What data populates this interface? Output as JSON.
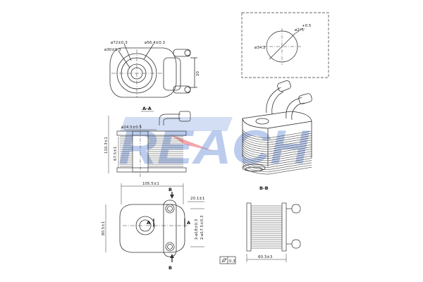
{
  "watermark": {
    "text": "REACH",
    "color": "#1e56c8",
    "accent": "#e8323c"
  },
  "section_labels": {
    "aa": "A-A",
    "bb": "B-B",
    "a_left": "A",
    "a_right": "A",
    "b_top": "B",
    "b_bottom": "B"
  },
  "top_view": {
    "dia_72": "ø72±0.3",
    "dia_56": "ø56.4±0.3",
    "dia_30": "ø30±0.3",
    "height_20": "20"
  },
  "detail": {
    "angle": "ø2°5'",
    "tol": "+0.5",
    "dia_34": "ø34.2"
  },
  "section_aa": {
    "dia_24": "ø24.5±0.5",
    "height_110": "110.3±1",
    "height_67": "67.5±1"
  },
  "bottom_view": {
    "width_105": "105.5±1",
    "width_20": "20.1±1",
    "height_80": "80.5±1",
    "hole_1": "2-ø18±0.3",
    "hole_2": "2-ø17.5±0.3"
  },
  "section_bb": {
    "width_60": "60.3±3",
    "flatness": "0.3"
  }
}
